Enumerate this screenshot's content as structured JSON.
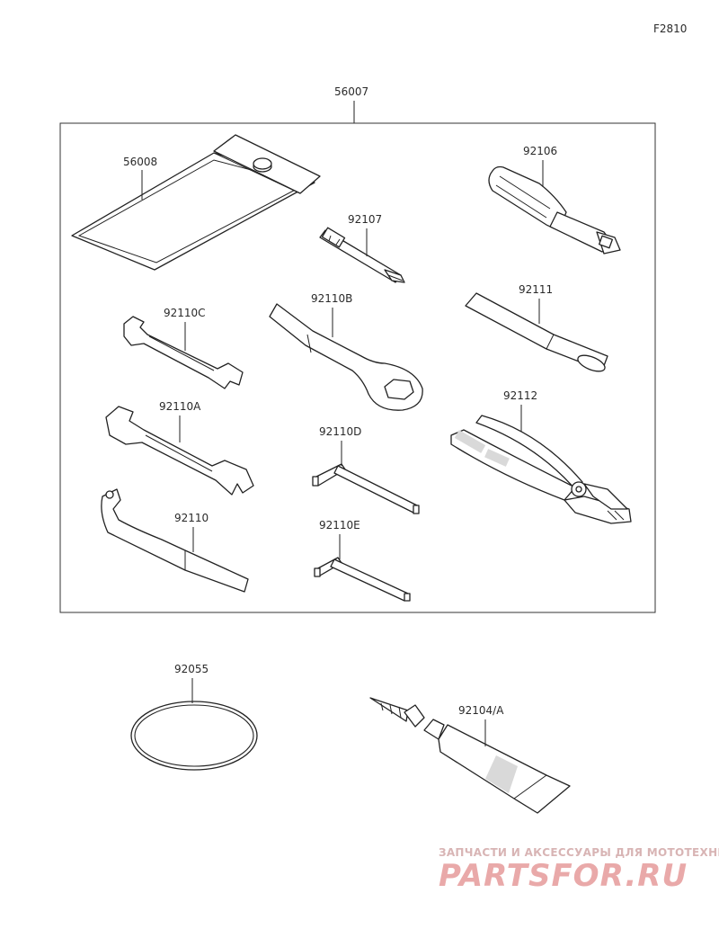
{
  "figure_code": "F2810",
  "kit_number": "56007",
  "parts": [
    {
      "id": "p56008",
      "label": "56008"
    },
    {
      "id": "p92107",
      "label": "92107"
    },
    {
      "id": "p92106",
      "label": "92106"
    },
    {
      "id": "p92110C",
      "label": "92110C"
    },
    {
      "id": "p92110B",
      "label": "92110B"
    },
    {
      "id": "p92111",
      "label": "92111"
    },
    {
      "id": "p92110A",
      "label": "92110A"
    },
    {
      "id": "p92110D",
      "label": "92110D"
    },
    {
      "id": "p92112",
      "label": "92112"
    },
    {
      "id": "p92110",
      "label": "92110"
    },
    {
      "id": "p92110E",
      "label": "92110E"
    },
    {
      "id": "p92055",
      "label": "92055"
    },
    {
      "id": "p92104A",
      "label": "92104/A"
    }
  ],
  "watermark": {
    "tagline": "ЗАПЧАСТИ И АКСЕССУАРЫ ДЛЯ МОТОТЕХНИКИ",
    "logo_text": "PARTSFOR.RU",
    "color": "#e9a9a9"
  }
}
